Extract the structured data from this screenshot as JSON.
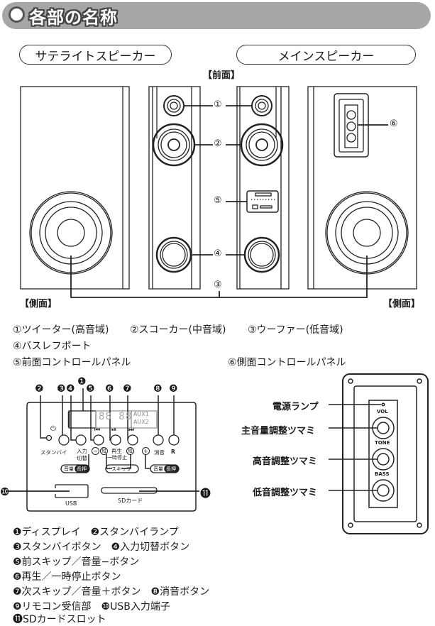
{
  "header": {
    "title": "各部の名称",
    "icon": "circle-bullet-icon"
  },
  "speakers": {
    "satellite_label": "サテライトスピーカー",
    "main_label": "メインスピーカー",
    "front_label": "【前面】",
    "side_label_left": "【側面】",
    "side_label_right": "【側面】",
    "markers": {
      "m1": "①",
      "m2": "②",
      "m3": "③",
      "m4": "④",
      "m5": "⑤",
      "m6": "⑥"
    }
  },
  "legend_top": {
    "items": [
      "①ツイーター(高音域)",
      "②スコーカー(中音域)",
      "③ウーファー(低音域)",
      "④バスレフポート",
      "⑤前面コントロールパネル",
      "⑥側面コントロールパネル"
    ]
  },
  "front_panel": {
    "markers": [
      "❶",
      "❷",
      "❸",
      "❹",
      "❺",
      "❻",
      "❼",
      "❽",
      "❾",
      "❿",
      "⓫"
    ],
    "display": {
      "aux1": "AUX1",
      "aux2": "AUX2",
      "digits": "88 88"
    },
    "icons": {
      "power": "⏻",
      "prev": "⏮",
      "play": "⏯",
      "next": "⏭"
    },
    "labels": {
      "standby": "スタンバイ",
      "input": "入力",
      "input2": "切替",
      "play": "再生",
      "play2": "一時停止",
      "mute": "消音",
      "remote": "R",
      "minus": "−",
      "short": "短",
      "short2": "短",
      "plus": "+",
      "vol_long_left_a": "音量",
      "vol_long_left_b": "長押",
      "skip": "スキップ",
      "vol_long_right_a": "音量",
      "vol_long_right_b": "長押",
      "usb": "USB",
      "sd": "SDカード"
    }
  },
  "side_panel": {
    "callouts": [
      "電源ランプ",
      "主音量調整ツマミ",
      "高音調整ツマミ",
      "低音調整ツマミ"
    ],
    "knob_labels": [
      "VOL",
      "TONE",
      "BASS"
    ]
  },
  "legend_bottom": {
    "items": [
      "❶ディスプレイ　❷スタンバイランプ",
      "❸スタンバイボタン　❹入力切替ボタン",
      "❺前スキップ／音量−ボタン",
      "❻再生／一時停止ボタン",
      "❼次スキップ／音量＋ボタン　❽消音ボタン",
      "❾リモコン受信部　❿USB入力端子",
      "⓫SDカードスロット"
    ]
  }
}
